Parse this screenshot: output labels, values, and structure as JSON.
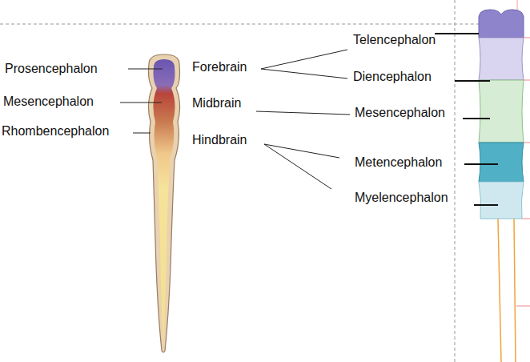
{
  "diagram": {
    "labels": [
      "Prosencephalon",
      "Mesencephalon",
      "Rhombencephalon",
      "Forebrain",
      "Midbrain",
      "Hindbrain",
      "Telencephalon",
      "Diencephalon",
      "Mesencephalon",
      "Metencephalon",
      "Myelencephalon"
    ]
  }
}
